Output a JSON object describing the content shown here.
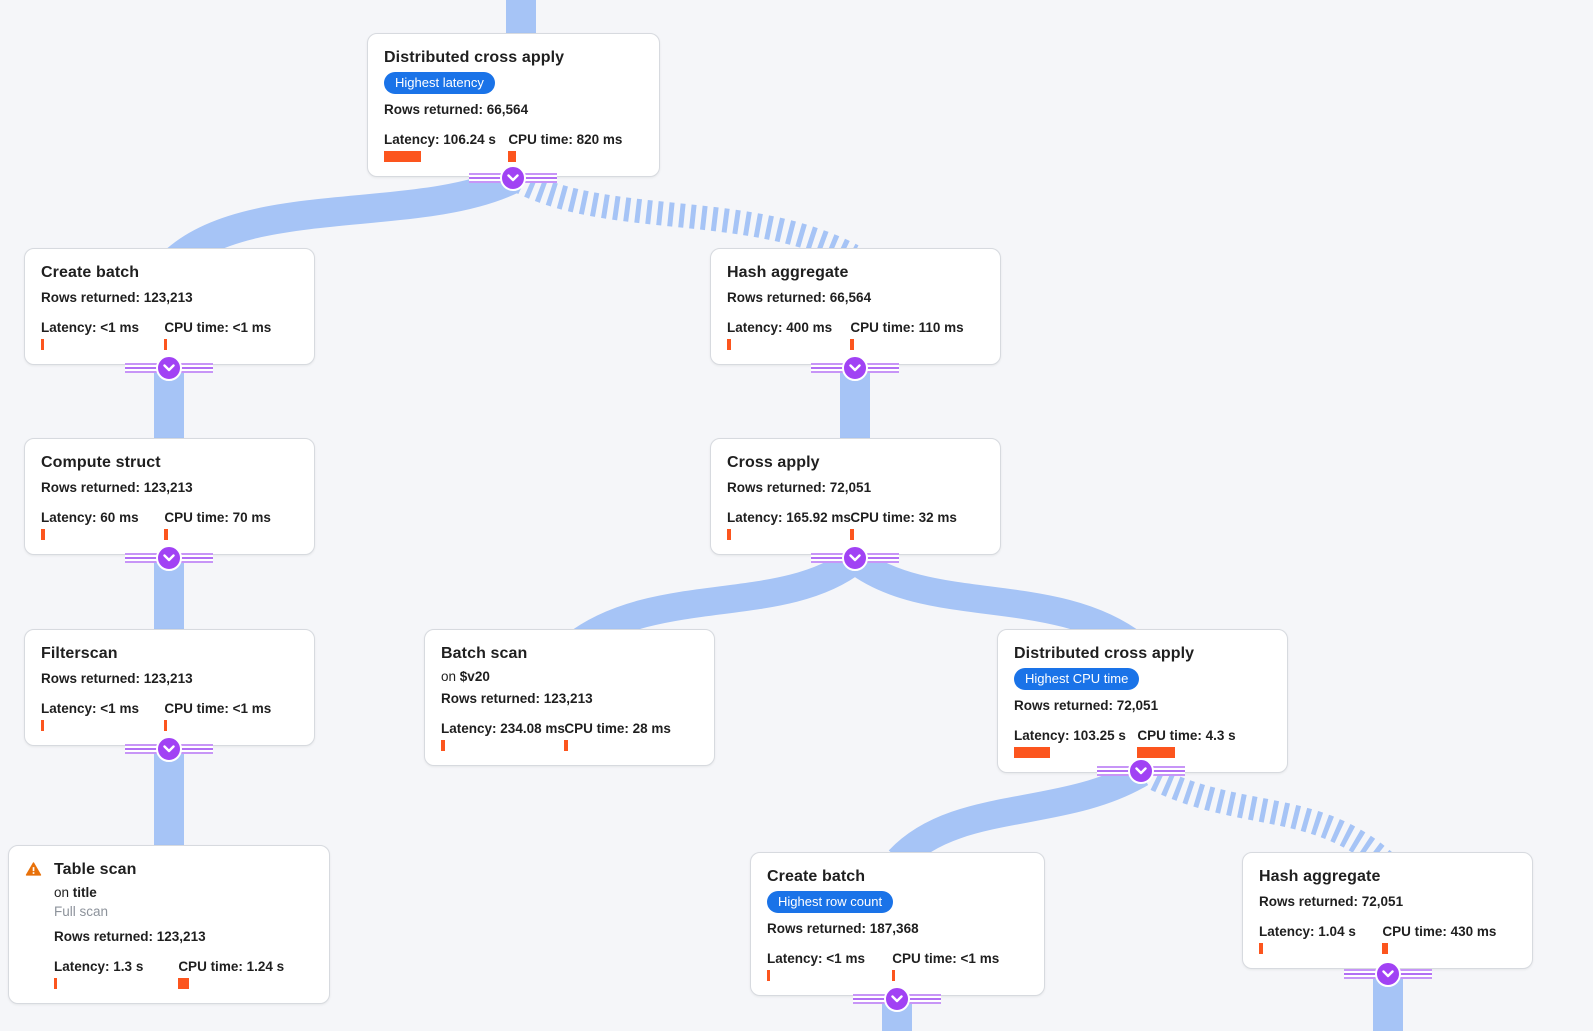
{
  "colors": {
    "background": "#f5f6f9",
    "edge_blue": "#a6c4f6",
    "badge_blue": "#1a73e8",
    "metric_bar_orange": "#fc551e",
    "expand_button_purple": "#a142f4",
    "warning_orange": "#e8710a",
    "subtitle_gray": "#8d939b"
  },
  "icons": {
    "collapse": "chevron-down-icon",
    "warning": "warning-triangle-icon"
  },
  "labels": {
    "rows": "Rows returned:",
    "latency": "Latency:",
    "cpu": "CPU time:",
    "on": "on"
  },
  "nodes": [
    {
      "title": "Distributed cross apply",
      "badge": "Highest latency",
      "rows": "66,564",
      "latency": "106.24 s",
      "cpu": "820 ms",
      "latency_bar": 37,
      "cpu_bar": 8
    },
    {
      "title": "Create batch",
      "rows": "123,213",
      "latency": "<1 ms",
      "cpu": "<1 ms",
      "latency_bar": 3,
      "cpu_bar": 3
    },
    {
      "title": "Hash aggregate",
      "rows": "66,564",
      "latency": "400 ms",
      "cpu": "110 ms",
      "latency_bar": 4,
      "cpu_bar": 4
    },
    {
      "title": "Compute struct",
      "rows": "123,213",
      "latency": "60 ms",
      "cpu": "70 ms",
      "latency_bar": 4,
      "cpu_bar": 4
    },
    {
      "title": "Cross apply",
      "rows": "72,051",
      "latency": "165.92 ms",
      "cpu": "32 ms",
      "latency_bar": 4,
      "cpu_bar": 4
    },
    {
      "title": "Filterscan",
      "rows": "123,213",
      "latency": "<1 ms",
      "cpu": "<1 ms",
      "latency_bar": 3,
      "cpu_bar": 3
    },
    {
      "title": "Batch scan",
      "on": "$v20",
      "rows": "123,213",
      "latency": "234.08 ms",
      "cpu": "28 ms",
      "latency_bar": 4,
      "cpu_bar": 4
    },
    {
      "title": "Distributed cross apply",
      "badge": "Highest CPU time",
      "rows": "72,051",
      "latency": "103.25 s",
      "cpu": "4.3 s",
      "latency_bar": 36,
      "cpu_bar": 38
    },
    {
      "title": "Table scan",
      "on": "title",
      "subtitle": "Full scan",
      "rows": "123,213",
      "latency": "1.3 s",
      "cpu": "1.24 s",
      "latency_bar": 3,
      "cpu_bar": 11
    },
    {
      "title": "Create batch",
      "badge": "Highest row count",
      "rows": "187,368",
      "latency": "<1 ms",
      "cpu": "<1 ms",
      "latency_bar": 3,
      "cpu_bar": 3
    },
    {
      "title": "Hash aggregate",
      "rows": "72,051",
      "latency": "1.04 s",
      "cpu": "430 ms",
      "latency_bar": 4,
      "cpu_bar": 6
    }
  ]
}
